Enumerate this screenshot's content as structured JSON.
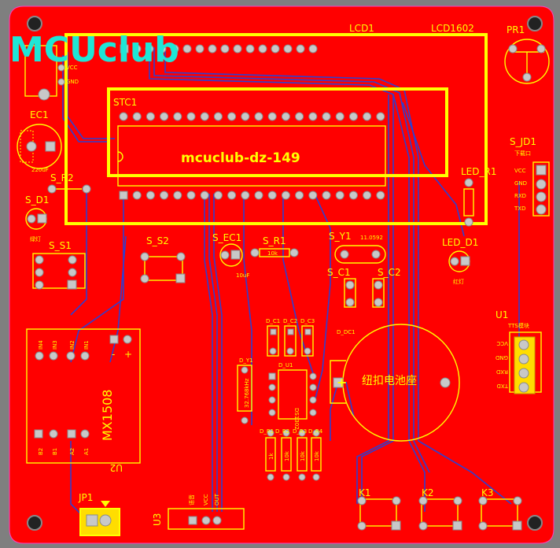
{
  "watermark": "MCUclub",
  "board_id": "mcuclub-dz-149",
  "refs": {
    "lcd1": "LCD1",
    "lcd1602": "LCD1602",
    "pr1": "PR1",
    "stc1": "STC1",
    "ec1": "EC1",
    "ec1_val": "220uF",
    "s_jd1": "S_JD1",
    "s_jd1_desc": "下载口",
    "s_r2": "S_R2",
    "led_r1": "LED_R1",
    "s_d1": "S_D1",
    "s_d1_desc": "绿灯",
    "s_s1": "S_S1",
    "s_s2": "S_S2",
    "s_ec1": "S_EC1",
    "s_ec1_val": "10uF",
    "s_r1": "S_R1",
    "s_r1_val": "10k",
    "s_y1": "S_Y1",
    "s_y1_val": "11.0592",
    "led_d1": "LED_D1",
    "led_d1_desc": "红灯",
    "s_c1": "S_C1",
    "s_c2": "S_C2",
    "u1": "U1",
    "u1_desc": "TTS模块",
    "d_c1": "D_C1",
    "d_c2": "D_C2",
    "d_c3": "D_C3",
    "d_dc1": "D_DC1",
    "d_y1": "D_Y1",
    "d_y1_val": "32.768kHz",
    "d_u1": "D_U1",
    "d_u1_part": "DS1302",
    "battery": "纽扣电池座",
    "mx1508": "MX1508",
    "u2": "U2",
    "in4": "IN4",
    "in3": "IN3",
    "in2": "IN2",
    "in1": "IN1",
    "b2": "B2",
    "b1": "B1",
    "a2": "A2",
    "a1": "A1",
    "minus": "-",
    "plus": "+",
    "d_r1": "D_R1",
    "d_r2": "D_R2",
    "d_r3": "D_R3",
    "d_r4": "D_R4",
    "res_1k": "1k",
    "res_10k": "10k",
    "k1": "K1",
    "k2": "K2",
    "k3": "K3",
    "jp1": "JP1",
    "u3": "U3",
    "u3_desc": "语音",
    "vcc": "VCC",
    "gnd": "GND",
    "out": "OUT",
    "rxd": "RXD",
    "txd": "TXD",
    "u1_pins": [
      "VCC",
      "GND",
      "RXD",
      "TXD"
    ]
  },
  "colors": {
    "board": "#ff0000",
    "silkscreen": "#ffff00",
    "trace": "#2f3fd0",
    "pad": "#c8c8c8",
    "background": "#7f7f7f",
    "watermark": "#1fe6d6"
  }
}
